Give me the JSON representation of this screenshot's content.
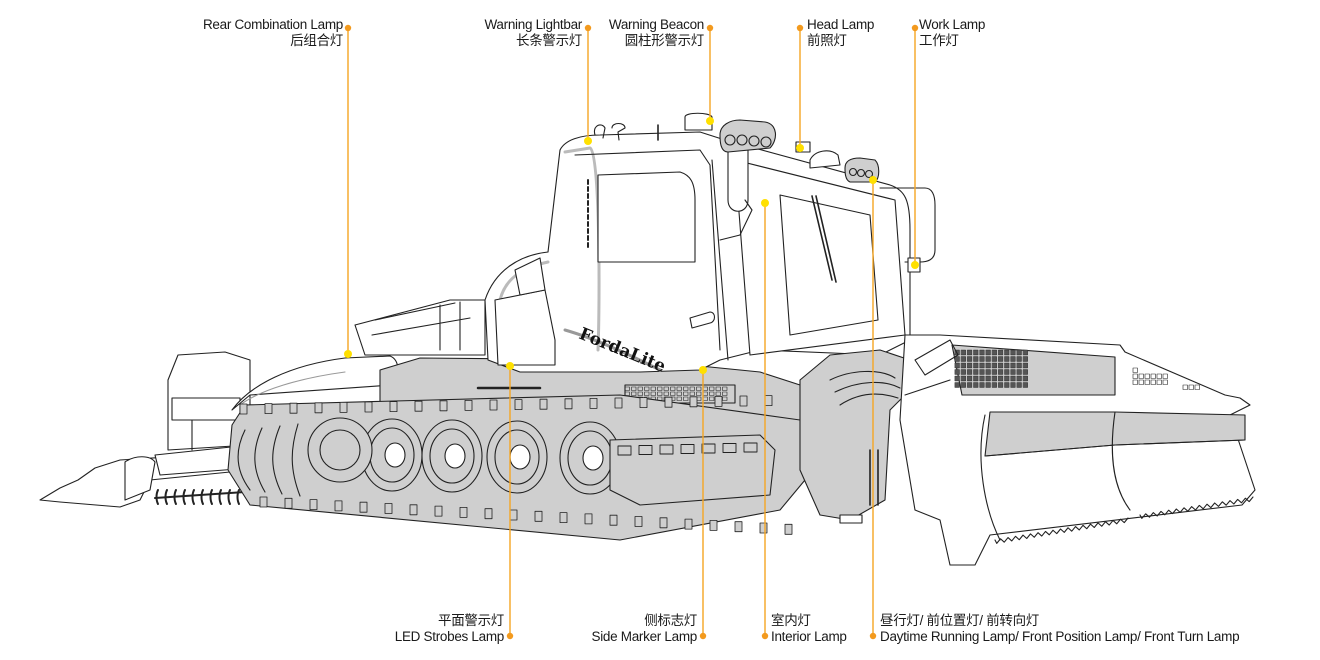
{
  "diagram": {
    "subject": "Snow groomer (piste basher) lighting layout",
    "brand_text": "FordaLite",
    "colors": {
      "leader_line": "#F5A623",
      "label_dot": "#F39A1E",
      "anchor_dot": "#FFE000",
      "body_fill": "#CFCFCF",
      "outline": "#222222",
      "text": "#1a1a1a"
    },
    "callouts_top": [
      {
        "id": "rear-combination-lamp",
        "en": "Rear Combination Lamp",
        "zh": "后组合灯"
      },
      {
        "id": "warning-lightbar",
        "en": "Warning Lightbar",
        "zh": "长条警示灯"
      },
      {
        "id": "warning-beacon",
        "en": "Warning Beacon",
        "zh": "圆柱形警示灯"
      },
      {
        "id": "head-lamp",
        "en": "Head Lamp",
        "zh": "前照灯"
      },
      {
        "id": "work-lamp",
        "en": "Work Lamp",
        "zh": "工作灯"
      }
    ],
    "callouts_bottom": [
      {
        "id": "led-strobes-lamp",
        "en": "LED Strobes Lamp",
        "zh": "平面警示灯"
      },
      {
        "id": "side-marker-lamp",
        "en": "Side Marker Lamp",
        "zh": "侧标志灯"
      },
      {
        "id": "interior-lamp",
        "en": "Interior Lamp",
        "zh": "室内灯"
      },
      {
        "id": "drl-position-turn-lamp",
        "en": "Daytime Running Lamp/ Front Position  Lamp/ Front Turn Lamp",
        "zh": "昼行灯/ 前位置灯/ 前转向灯"
      }
    ]
  }
}
